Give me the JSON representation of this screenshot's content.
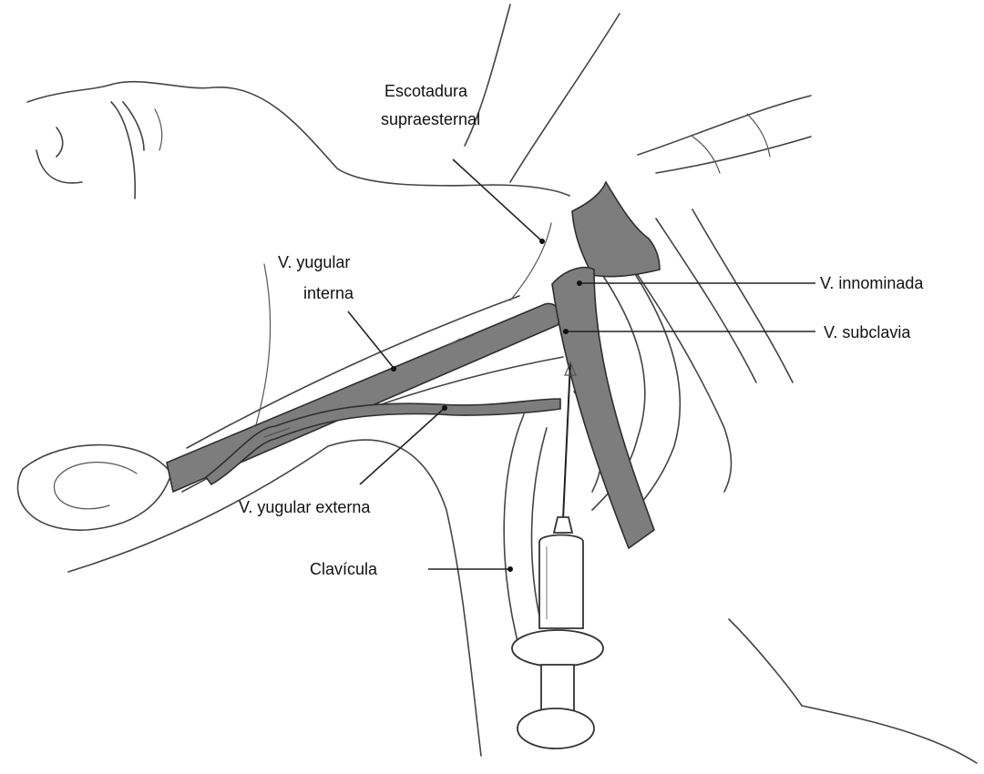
{
  "labels": {
    "escotadura_line1": "Escotadura",
    "escotadura_line2": "supraesternal",
    "yugular_interna_line1": "V. yugular",
    "yugular_interna_line2": "interna",
    "innominada": "V. innominada",
    "subclavia": "V. subclavia",
    "yugular_externa": "V. yugular externa",
    "clavicula": "Clavícula"
  },
  "colors": {
    "vein": "#7d7d7d",
    "line": "#333333",
    "background": "#ffffff"
  }
}
